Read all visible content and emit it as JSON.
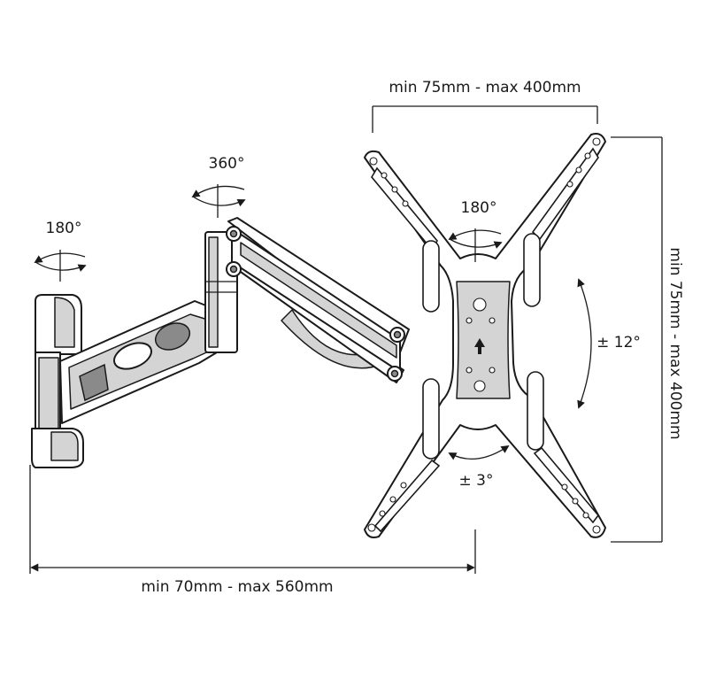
{
  "labels": {
    "width_range": "min 75mm - max 400mm",
    "height_range": "min 75mm - max 400mm",
    "extension_range": "min 70mm - max 560mm",
    "wall_rotation": "180°",
    "arm_rotation": "360°",
    "head_rotation": "180°",
    "tilt": "± 12°",
    "swivel": "± 3°"
  },
  "colors": {
    "line": "#1a1a1a",
    "shade": "#d4d4d4",
    "dark_shade": "#8a8a8a",
    "background": "#ffffff"
  },
  "icons": [
    "rotation-arrow-icon",
    "tilt-arrow-icon",
    "up-arrow-icon"
  ]
}
